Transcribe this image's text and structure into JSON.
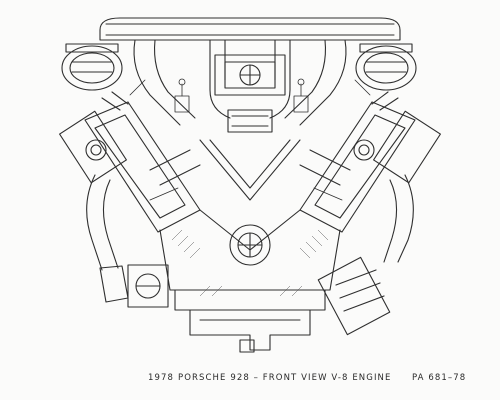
{
  "caption": {
    "year": "1978",
    "title": "PORSCHE 928 – FRONT VIEW V-8 ENGINE",
    "code": "PA 681–78"
  },
  "colors": {
    "paper": "#fbfbfa",
    "ink": "#2a2a2a"
  }
}
